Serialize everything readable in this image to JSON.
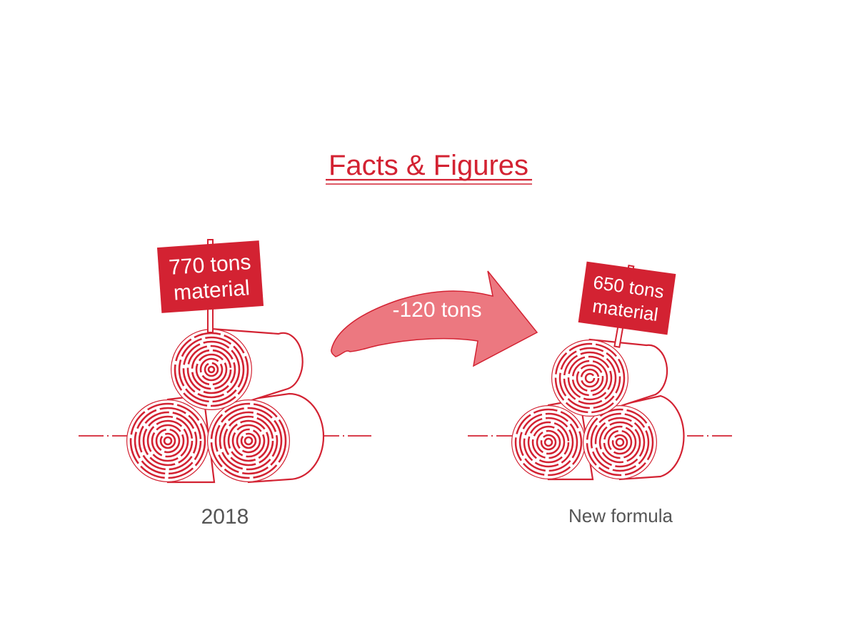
{
  "title": "Facts & Figures",
  "before": {
    "sign_line1": "770 tons",
    "sign_line2": "material",
    "caption": "2018",
    "tons": 770
  },
  "change": {
    "label": "-120 tons",
    "tons": -120
  },
  "after": {
    "sign_line1": "650 tons",
    "sign_line2": "material",
    "caption": "New formula",
    "tons": 650
  },
  "colors": {
    "accent": "#d32232",
    "arrow_fill": "#ec7880",
    "caption": "#555555",
    "background": "#ffffff"
  },
  "icons": {
    "log_pile": "log-pile-icon",
    "signpost": "signpost-icon",
    "arrow": "curved-arrow-icon"
  }
}
